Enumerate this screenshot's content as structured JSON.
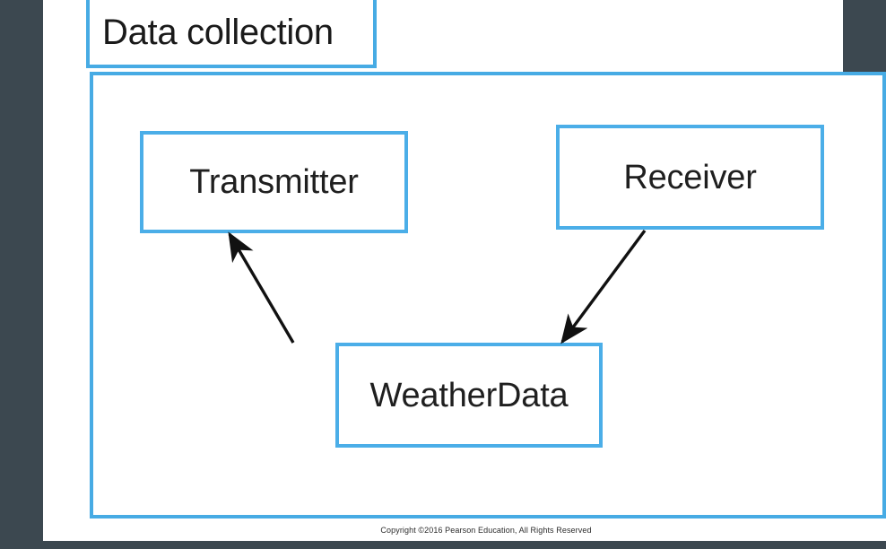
{
  "slide": {
    "title": "Data collection",
    "footer": "Copyright ©2016 Pearson Education, All Rights Reserved",
    "colors": {
      "accent_blue": "#4BAEE8",
      "frame_blue": "#47ABE4",
      "background_dark": "#3c4850",
      "slide_white": "#ffffff",
      "text_dark": "#1f1f1f",
      "arrow_black": "#111111"
    },
    "shapes": [
      {
        "id": "transmitter",
        "label": "Transmitter"
      },
      {
        "id": "receiver",
        "label": "Receiver"
      },
      {
        "id": "weatherdata",
        "label": "WeatherData"
      }
    ],
    "connectors": [
      {
        "id": "weatherdata-to-transmitter",
        "from": "WeatherData",
        "to": "Transmitter",
        "arrowhead": "to"
      },
      {
        "id": "receiver-to-weatherdata",
        "from": "Receiver",
        "to": "WeatherData",
        "arrowhead": "to"
      }
    ]
  }
}
